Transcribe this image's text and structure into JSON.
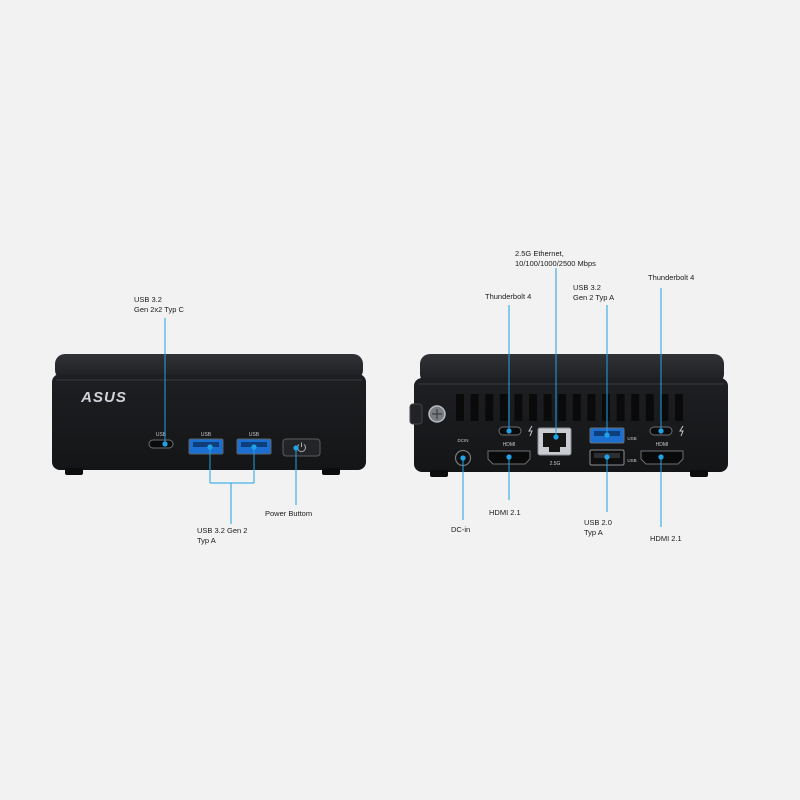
{
  "device": {
    "brand": "ASUS",
    "front_ports": {
      "usb_c_mark": "USB",
      "usb_a1_mark": "USB",
      "usb_a2_mark": "USB"
    },
    "rear_ports": {
      "dc_mark": "DCIN",
      "hdmi1_mark": "HDMI",
      "lan_mark": "2.5G",
      "usb_top_mark": "USB",
      "usb_bottom_mark": "USB",
      "hdmi2_mark": "HDMI"
    }
  },
  "labels": {
    "front_usb_c": "USB 3.2\nGen 2x2 Typ C",
    "front_usb_a": "USB 3.2 Gen 2\nTyp A",
    "front_power": "Power Buttom",
    "rear_ethernet": "2.5G Ethernet,\n10/100/1000/2500 Mbps",
    "rear_tb_left": "Thunderbolt 4",
    "rear_usb32": "USB 3.2\nGen 2 Typ A",
    "rear_tb_right": "Thunderbolt 4",
    "rear_dc_in": "DC-in",
    "rear_hdmi_left": "HDMI 2.1",
    "rear_usb20": "USB 2.0\nTyp A",
    "rear_hdmi_right": "HDMI 2.1"
  },
  "colors": {
    "background": "#f2f2f2",
    "chassis": "#17181a",
    "chassis_top": "#25272a",
    "accent": "#1fa3e6",
    "usb32_blue": "#1d6fd1",
    "label_text": "#1b1b1b"
  }
}
